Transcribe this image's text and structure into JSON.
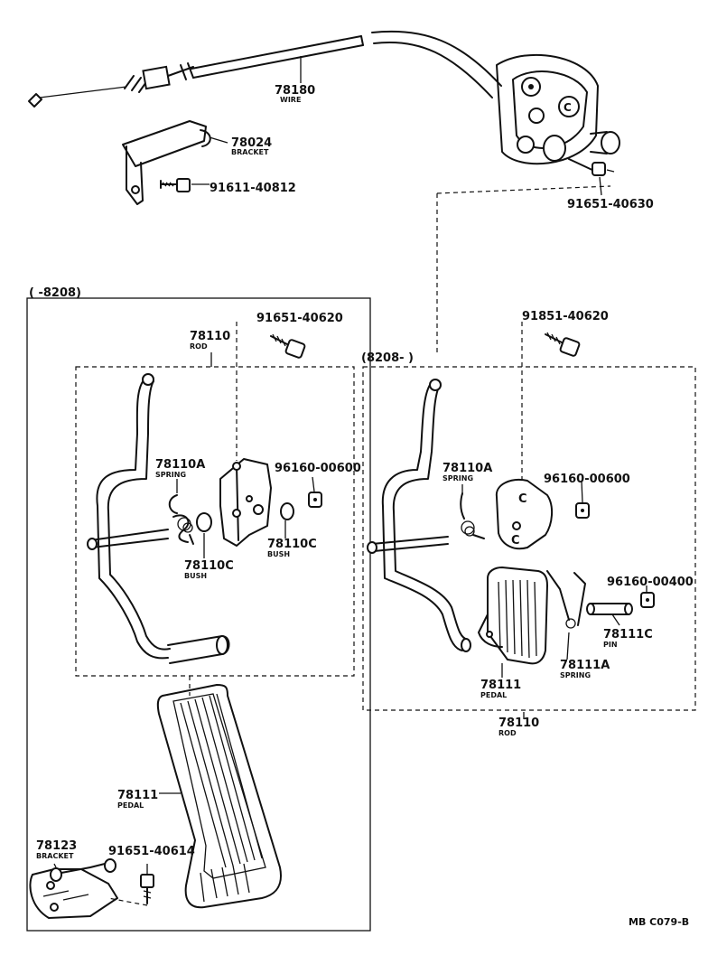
{
  "diagram": {
    "code": "MB C079-B",
    "groups": {
      "left": "(      -8208)",
      "right": "(8208-      )"
    },
    "parts": {
      "wire": {
        "no": "78180",
        "name": "WIRE"
      },
      "bracket_top": {
        "no": "78024",
        "name": "BRACKET"
      },
      "bolt_top": {
        "no": "91611-40812"
      },
      "bolt_firewall": {
        "no": "91651-40630"
      },
      "left_bolt": {
        "no": "91651-40620"
      },
      "left_rod": {
        "no": "78110",
        "name": "ROD"
      },
      "left_spring": {
        "no": "78110A",
        "name": "SPRING"
      },
      "left_nut": {
        "no": "96160-00600"
      },
      "left_bush_a": {
        "no": "78110C",
        "name": "BUSH"
      },
      "left_bush_b": {
        "no": "78110C",
        "name": "BUSH"
      },
      "left_pedal": {
        "no": "78111",
        "name": "PEDAL"
      },
      "left_bracket": {
        "no": "78123",
        "name": "BRACKET"
      },
      "left_bolt_bottom": {
        "no": "91651-40614"
      },
      "right_bolt": {
        "no": "91851-40620"
      },
      "right_spring": {
        "no": "78110A",
        "name": "SPRING"
      },
      "right_nut": {
        "no": "96160-00600"
      },
      "right_nut2": {
        "no": "96160-00400"
      },
      "right_pin": {
        "no": "78111C",
        "name": "PIN"
      },
      "right_spring2": {
        "no": "78111A",
        "name": "SPRING"
      },
      "right_pedal": {
        "no": "78111",
        "name": "PEDAL"
      },
      "right_rod": {
        "no": "78110",
        "name": "ROD"
      }
    }
  }
}
